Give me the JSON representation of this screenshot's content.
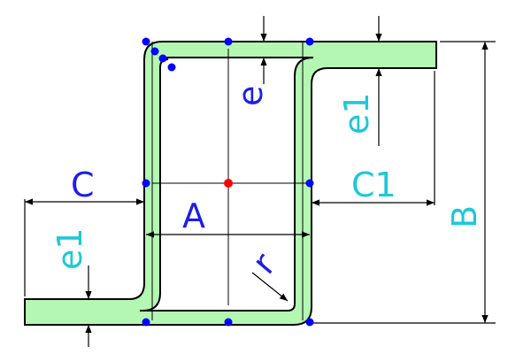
{
  "labels": {
    "A": "A",
    "B": "B",
    "C": "C",
    "C1": "C1",
    "e": "e",
    "e1_right": "e1",
    "e1_left": "e1",
    "r": "r"
  },
  "colors": {
    "profile_fill": "#b3f7b3",
    "profile_stroke": "#000000",
    "dimension": "#000000",
    "label_blue": "#1e1ee6",
    "label_cyan": "#1ec8d8",
    "point_blue": "#0000ff",
    "point_red": "#ff0000"
  }
}
